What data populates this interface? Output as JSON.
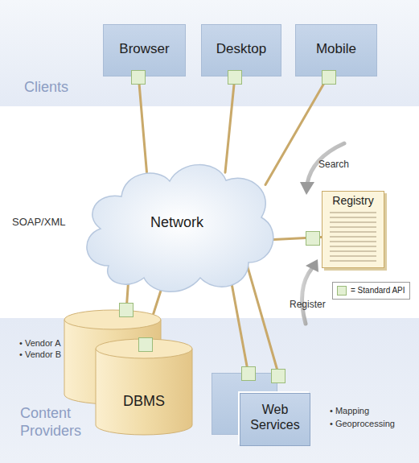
{
  "diagram": {
    "nodes": [
      {
        "text": [
          "Clients"
        ]
      },
      {
        "text": [
          "Browser"
        ],
        "in": 0
      },
      {
        "text": [
          "Desktop"
        ],
        "in": 0
      },
      {
        "text": [
          "Mobile"
        ],
        "in": 0
      },
      {
        "text": [
          "Network"
        ]
      },
      {
        "text": [
          "Registry"
        ]
      },
      {
        "text": [
          "Content Providers"
        ]
      },
      {
        "text": [
          "DBMS"
        ],
        "in": 6
      },
      {
        "text": [
          "Web Services"
        ],
        "in": 6
      }
    ],
    "edges": [
      {
        "from": 1,
        "to": 4,
        "arrow": "none"
      },
      {
        "from": 2,
        "to": 4,
        "arrow": "none"
      },
      {
        "from": 3,
        "to": 4,
        "arrow": "none"
      },
      {
        "from": 5,
        "to": 4,
        "arrow": "none"
      },
      {
        "from": 7,
        "to": 4,
        "arrow": "none"
      },
      {
        "from": 7,
        "to": 4,
        "arrow": "none"
      },
      {
        "from": 8,
        "to": 4,
        "arrow": "none"
      },
      {
        "from": 8,
        "to": 4,
        "arrow": "none"
      }
    ],
    "labels": [
      "SOAP/XML",
      "Search",
      "Register",
      "• Vendor A",
      "• Vendor B",
      "• Mapping",
      "• Geoprocessing"
    ],
    "legend": [
      {
        "text": "= Standard API",
        "color": "#e3f0d3"
      }
    ]
  }
}
